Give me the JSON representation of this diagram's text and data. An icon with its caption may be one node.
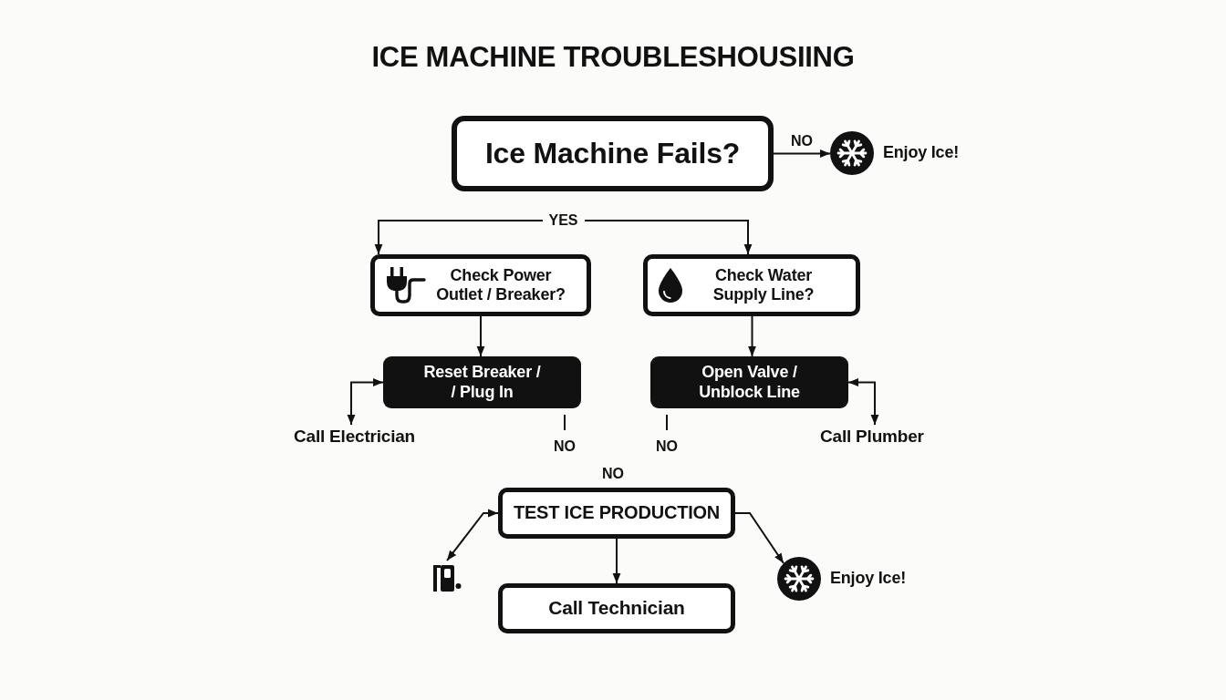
{
  "diagram": {
    "title": "ICE MACHINE TROUBLESHOUSIING",
    "nodes": [
      {
        "text": [
          "Ice Machine Fails?"
        ]
      },
      {
        "text": [
          "Enjoy Ice!"
        ]
      },
      {
        "text": [
          "Check Power Outlet / Breaker?"
        ]
      },
      {
        "text": [
          "Check Water Supply Line?"
        ]
      },
      {
        "text": [
          "Reset Breaker / / Plug In"
        ]
      },
      {
        "text": [
          "Open Valve / Unblock Line"
        ]
      },
      {
        "text": [
          "Call Electrician"
        ]
      },
      {
        "text": [
          "Call Plumber"
        ]
      },
      {
        "text": [
          "TEST ICE PRODUCTION"
        ]
      },
      {
        "text": [],
        "shape": "picture"
      },
      {
        "text": [
          "Enjoy Ice!"
        ]
      },
      {
        "text": [
          "Call Technician"
        ]
      }
    ],
    "edges": [
      {
        "from": 0,
        "to": 1,
        "arrow": "to",
        "label": "NO"
      },
      {
        "from": 2,
        "to": 3,
        "arrow": "both",
        "label": "YES"
      },
      {
        "from": 2,
        "to": 4,
        "arrow": "to"
      },
      {
        "from": 3,
        "to": 5,
        "arrow": "to"
      },
      {
        "from": 4,
        "to": 6,
        "arrow": "both"
      },
      {
        "from": 5,
        "to": 7,
        "arrow": "both"
      },
      {
        "from": 8,
        "to": 11,
        "arrow": "to"
      },
      {
        "from": 8,
        "to": 9,
        "arrow": "both"
      },
      {
        "from": 8,
        "to": 10,
        "arrow": "to"
      }
    ],
    "labels": [
      "NO",
      "NO",
      "NO"
    ]
  }
}
